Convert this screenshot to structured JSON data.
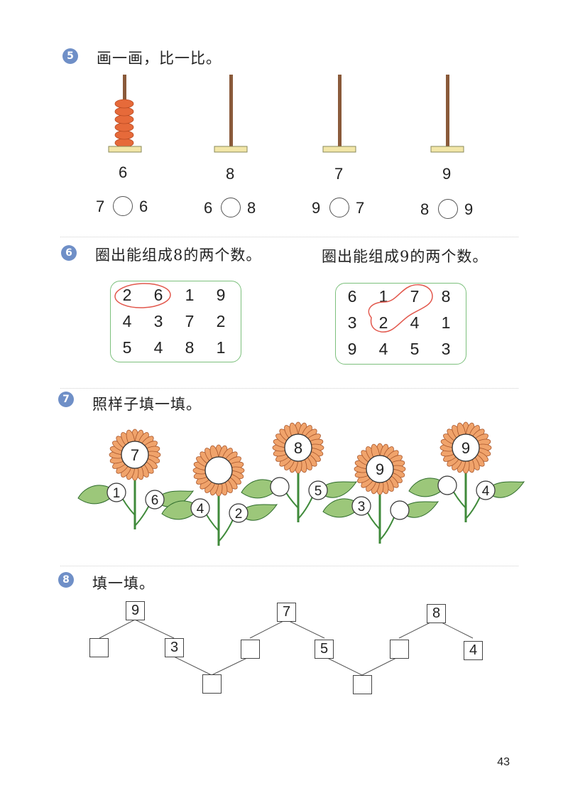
{
  "colors": {
    "badge": "#6f8fc7",
    "bead": "#e66a3a",
    "base": "#f2e6a8",
    "rod": "#8a5a3a",
    "grid_border": "#7cc07c",
    "circle_red": "#e2574c",
    "petal": "#f0a36b",
    "leaf": "#9cc77a"
  },
  "page_number": "43",
  "section5": {
    "badge": "5",
    "title": "画一画，比一比。",
    "abacus": [
      {
        "beads": 6,
        "number": "6"
      },
      {
        "beads": 0,
        "number": "8"
      },
      {
        "beads": 0,
        "number": "7"
      },
      {
        "beads": 0,
        "number": "9"
      }
    ],
    "comparisons": [
      {
        "left": "7",
        "right": "6"
      },
      {
        "left": "6",
        "right": "8"
      },
      {
        "left": "9",
        "right": "7"
      },
      {
        "left": "8",
        "right": "9"
      }
    ]
  },
  "section6": {
    "badge": "6",
    "left_title": "圈出能组成8的两个数。",
    "right_title": "圈出能组成9的两个数。",
    "left_grid": [
      [
        "2",
        "6",
        "1",
        "9"
      ],
      [
        "4",
        "3",
        "7",
        "2"
      ],
      [
        "5",
        "4",
        "8",
        "1"
      ]
    ],
    "right_grid": [
      [
        "6",
        "1",
        "7",
        "8"
      ],
      [
        "3",
        "2",
        "4",
        "1"
      ],
      [
        "9",
        "4",
        "5",
        "3"
      ]
    ]
  },
  "section7": {
    "badge": "7",
    "title": "照样子填一填。",
    "flowers": [
      {
        "top": "7",
        "left_leaf": "1",
        "right_leaf": "6"
      },
      {
        "top": "",
        "left_leaf": "4",
        "right_leaf": "2"
      },
      {
        "top": "8",
        "left_leaf": "",
        "right_leaf": "5"
      },
      {
        "top": "9",
        "left_leaf": "3",
        "right_leaf": ""
      },
      {
        "top": "9",
        "left_leaf": "",
        "right_leaf": "4"
      }
    ]
  },
  "section8": {
    "badge": "8",
    "title": "填一填。",
    "tops": [
      "9",
      "7",
      "8"
    ],
    "left_boxes": [
      "",
      "",
      ""
    ],
    "right_boxes": [
      "3",
      "5",
      "4"
    ],
    "bottom_boxes": [
      "",
      ""
    ]
  }
}
